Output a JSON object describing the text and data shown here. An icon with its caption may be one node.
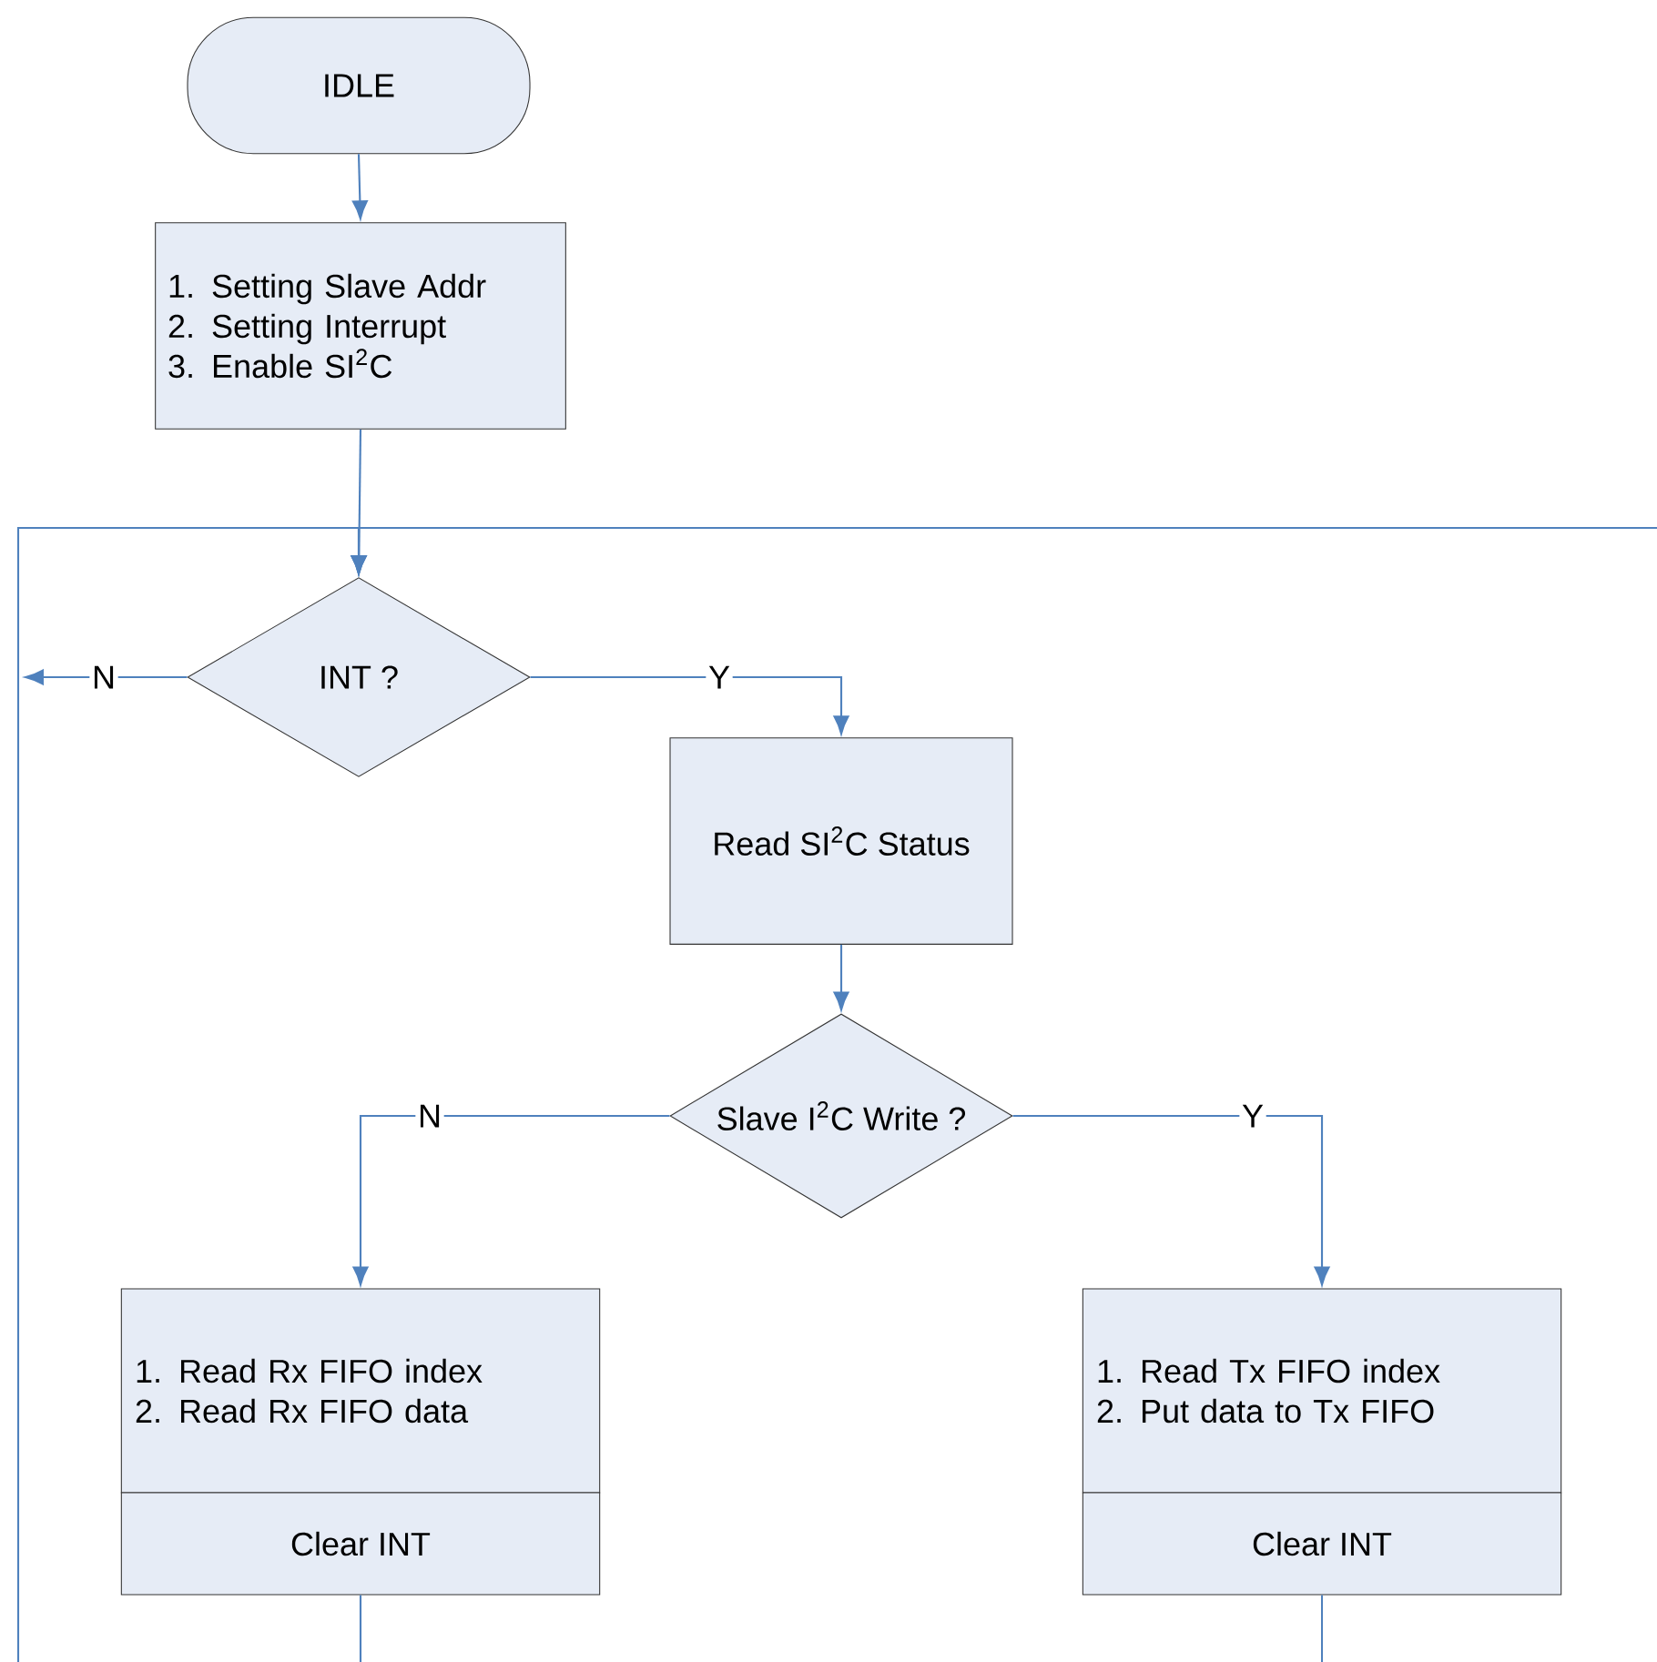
{
  "diagram": {
    "nodes": [
      {
        "text": [
          "IDLE"
        ]
      },
      {
        "text": [
          "1. Setting Slave Addr",
          "2. Setting Interrupt",
          "3. Enable SI$^{2}$C"
        ]
      },
      {
        "text": [
          "INT ?"
        ]
      },
      {
        "text": [
          "Read SI$^{2}$C Status"
        ]
      },
      {
        "text": [
          "Slave I$^{2}$C Write ?"
        ]
      },
      {
        "text": [
          "1. Read Rx FIFO index",
          "2. Read Rx FIFO data"
        ]
      },
      {
        "text": [
          "Clear INT"
        ]
      },
      {
        "text": [
          "1. Read Tx FIFO index",
          "2. Put data to Tx FIFO"
        ]
      },
      {
        "text": [
          "Clear INT"
        ]
      }
    ],
    "edges": [
      {
        "from": 0,
        "to": 1,
        "arrow": "to"
      },
      {
        "from": 1,
        "to": 2,
        "arrow": "to"
      },
      {
        "from": 2,
        "to": null,
        "arrow": "to",
        "label": "N"
      },
      {
        "from": 2,
        "to": 3,
        "arrow": "to",
        "label": "Y"
      },
      {
        "from": 3,
        "to": 4,
        "arrow": "to"
      },
      {
        "from": 4,
        "to": 5,
        "arrow": "to",
        "label": "N"
      },
      {
        "from": 4,
        "to": 7,
        "arrow": "to",
        "label": "Y"
      },
      {
        "from": 6,
        "to": null,
        "arrow": "none"
      },
      {
        "from": 8,
        "to": null,
        "arrow": "none"
      },
      {
        "from": null,
        "to": 2,
        "arrow": "to"
      },
      {
        "from": null,
        "to": 2,
        "arrow": "to"
      }
    ]
  }
}
